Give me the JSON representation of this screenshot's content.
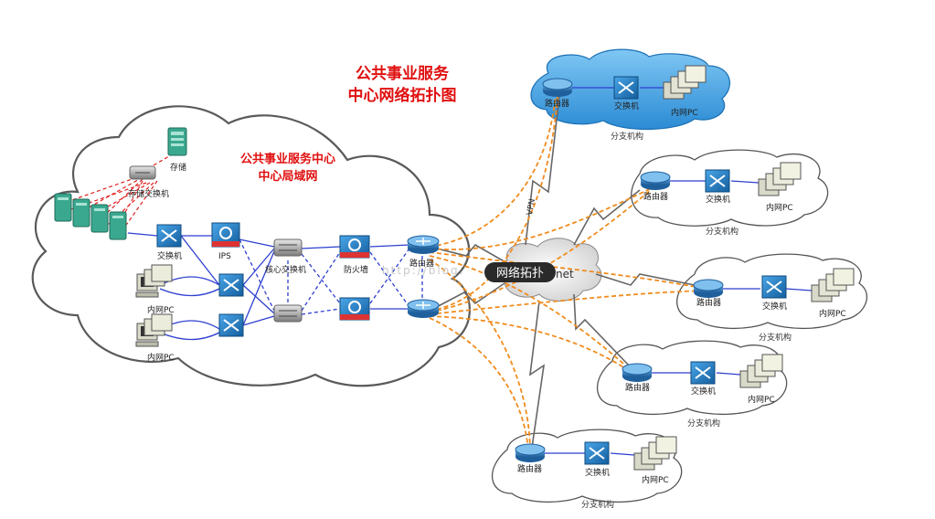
{
  "title_line1": "公共事业服务",
  "title_line2": "中心网络拓扑图",
  "center_title_line1": "公共事业服务中心",
  "center_title_line2": "中心局域网",
  "labels": {
    "storage": "存储",
    "storage_switch": "存储交换机",
    "switch": "交换机",
    "ips": "IPS",
    "core_switch": "核心交换机",
    "firewall": "防火墙",
    "router": "路由器",
    "intranet_pc": "内网PC",
    "branch": "分支机构",
    "vpn": "VPN",
    "internet_fragment": "net",
    "watermark": "http://blog.",
    "badge": "网络拓扑"
  },
  "colors": {
    "title": "#e01010",
    "cloud_stroke": "#555555",
    "blue_link": "#2d3fd0",
    "orange_link": "#f08c1e",
    "red_link": "#e02020",
    "branch_cloud": "#3f9fe0",
    "router": "#2f7fc0",
    "switch": "#1f7fc8"
  }
}
